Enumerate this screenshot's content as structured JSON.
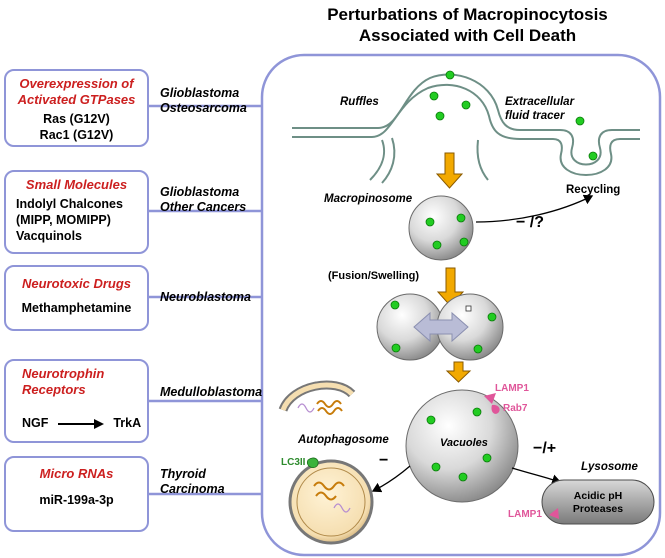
{
  "title_line1": "Perturbations of Macropinocytosis",
  "title_line2": "Associated with Cell Death",
  "categories": [
    {
      "heading_lines": [
        "Overexpression of",
        "Activated GTPases"
      ],
      "items": [
        "Ras (G12V)",
        "Rac1 (G12V)"
      ],
      "cancers": [
        "Glioblastoma",
        "Osteosarcoma"
      ]
    },
    {
      "heading_lines": [
        "Small Molecules"
      ],
      "items": [
        "Indolyl Chalcones",
        "(MIPP, MOMIPP)",
        "Vacquinols"
      ],
      "cancers": [
        "Glioblastoma",
        "Other Cancers"
      ]
    },
    {
      "heading_lines": [
        "Neurotoxic Drugs"
      ],
      "items": [
        "Methamphetamine"
      ],
      "cancers": [
        "Neuroblastoma"
      ]
    },
    {
      "heading_lines": [
        "Neurotrophin",
        "Receptors"
      ],
      "items": [
        "NGF",
        "TrkA"
      ],
      "cancers": [
        "Medulloblastoma"
      ]
    },
    {
      "heading_lines": [
        "Micro RNAs"
      ],
      "items": [
        "miR-199a-3p"
      ],
      "cancers": [
        "Thyroid",
        "Carcinoma"
      ]
    }
  ],
  "labels": {
    "ruffles": "Ruffles",
    "tracer_line1": "Extracellular",
    "tracer_line2": "fluid tracer",
    "recycling": "Recycling",
    "macropinosome": "Macropinosome",
    "recycling_effect": "− /?",
    "fusion": "(Fusion/Swelling)",
    "vacuoles": "Vacuoles",
    "lamp1_top": "LAMP1",
    "rab7": "Rab7",
    "autophagosome": "Autophagosome",
    "lc3ii": "LC3II",
    "autophagy_effect": "−",
    "lysosome_effect": "−/+",
    "lysosome": "Lysosome",
    "lysosome_line1": "Acidic pH",
    "lysosome_line2": "Proteases",
    "lamp1_bottom": "LAMP1"
  },
  "colors": {
    "box_border": "#8f95d8",
    "heading_red": "#cc1f1f",
    "arrow_orange": "#f2a900",
    "tracer_green": "#22cc22",
    "marker_pink": "#e0569a",
    "marker_green": "#2e8b2e"
  }
}
